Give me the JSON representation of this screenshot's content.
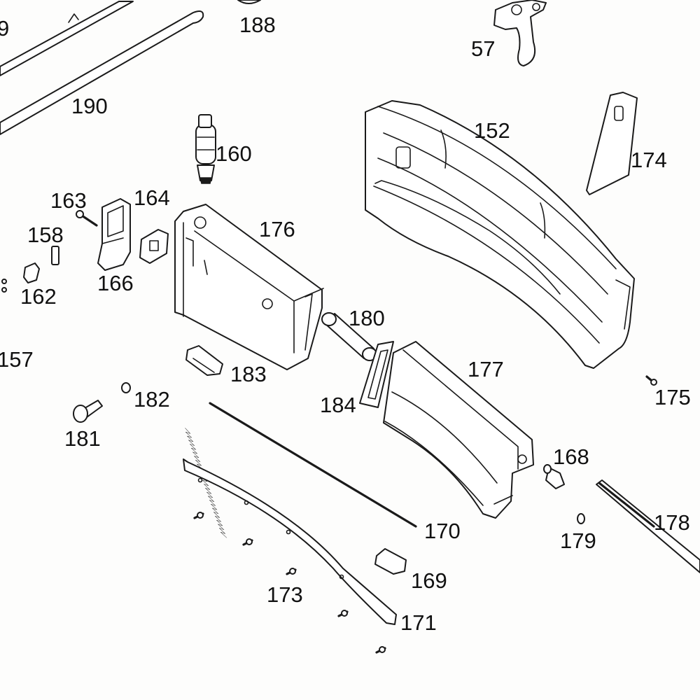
{
  "labels": {
    "p9": "9",
    "p188": "188",
    "p57": "57",
    "p190": "190",
    "p152": "152",
    "p160": "160",
    "p174": "174",
    "p163": "163",
    "p164": "164",
    "p176": "176",
    "p158": "158",
    "p166": "166",
    "p162": "162",
    "p180": "180",
    "p157": "157",
    "p183": "183",
    "p177": "177",
    "p175": "175",
    "p182": "182",
    "p184": "184",
    "p181": "181",
    "p168": "168",
    "p178": "178",
    "p170": "170",
    "p179": "179",
    "p169": "169",
    "p173": "173",
    "p171": "171"
  },
  "colors": {
    "background": "#fdfdfc",
    "line": "#1a1a1a",
    "text": "#111111"
  }
}
